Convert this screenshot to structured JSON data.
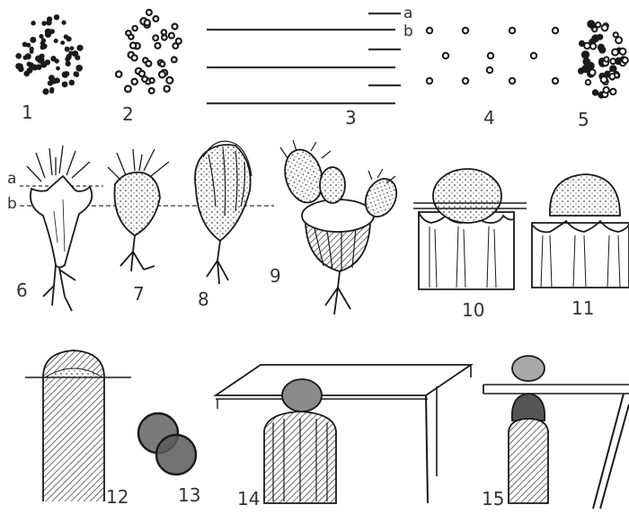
{
  "figure": {
    "colors": {
      "ink": "#1a1a1a",
      "paper": "#ffffff",
      "label": "#333333"
    },
    "labels": {
      "n1": "1",
      "n2": "2",
      "n3": "3",
      "n4": "4",
      "n5": "5",
      "n6": "6",
      "n7": "7",
      "n8": "8",
      "n9": "9",
      "n10": "10",
      "n11": "11",
      "n12": "12",
      "n13": "13",
      "n14": "14",
      "n15": "15",
      "a_top": "a",
      "b_top": "b",
      "a_side": "a",
      "b_side": "b"
    }
  }
}
